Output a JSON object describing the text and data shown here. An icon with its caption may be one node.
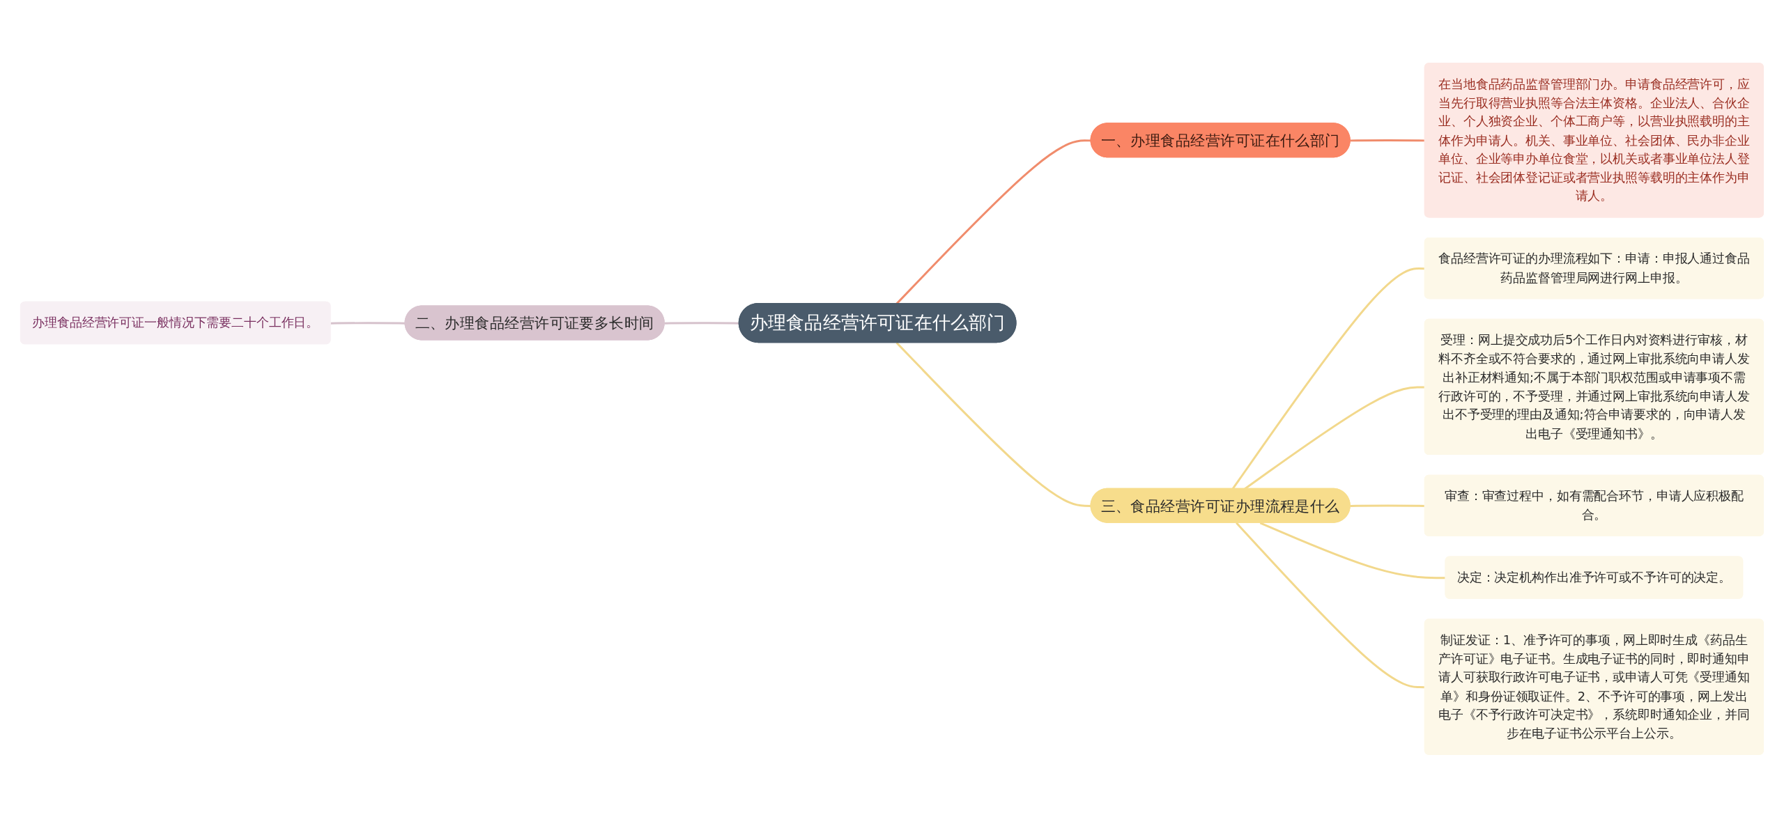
{
  "diagram": {
    "nodes": [
      {
        "text": [
          "办理食品经营许可证在什么部门"
        ]
      },
      {
        "text": [
          "一、办理食品经营许可证在什么部门"
        ]
      },
      {
        "text": [
          "在当地食品药品监督管理部门办。申请食品经营许可，应当先行取得营业执照等合法主体资格。企业法人、合伙企业、个人独资企业、个体工商户等，以营业执照载明的主体作为申请人。机关、事业单位、社会团体、民办非企业单位、企业等申办单位食堂，以机关或者事业单位法人登记证、社会团体登记证或者营业执照等载明的主体作为申请人。"
        ]
      },
      {
        "text": [
          "二、办理食品经营许可证要多长时间"
        ]
      },
      {
        "text": [
          "办理食品经营许可证一般情况下需要二十个工作日。"
        ]
      },
      {
        "text": [
          "三、食品经营许可证办理流程是什么"
        ]
      },
      {
        "text": [
          "食品经营许可证的办理流程如下：申请：申报人通过食品药品监督管理局网进行网上申报。"
        ]
      },
      {
        "text": [
          "受理：网上提交成功后5个工作日内对资料进行审核，材料不齐全或不符合要求的，通过网上审批系统向申请人发出补正材料通知;不属于本部门职权范围或申请事项不需行政许可的，不予受理，并通过网上审批系统向申请人发出不予受理的理由及通知;符合申请要求的，向申请人发出电子《受理通知书》。"
        ]
      },
      {
        "text": [
          "审查：审查过程中，如有需配合环节，申请人应积极配合。"
        ]
      },
      {
        "text": [
          "决定：决定机构作出准予许可或不予许可的决定。"
        ]
      },
      {
        "text": [
          "制证发证：1、准予许可的事项，网上即时生成《药品生产许可证》电子证书。生成电子证书的同时，即时通知申请人可获取行政许可电子证书，或申请人可凭《受理通知单》和身份证领取证件。2、不予许可的事项，网上发出电子《不予行政许可决定书》，系统即时通知企业，并同步在电子证书公示平台上公示。"
        ]
      }
    ],
    "edges": [
      {
        "from": 0,
        "to": 1,
        "arrow": "none",
        "color": "#f08c6c"
      },
      {
        "from": 1,
        "to": 2,
        "arrow": "none",
        "color": "#f08c6c"
      },
      {
        "from": 0,
        "to": 3,
        "arrow": "none",
        "color": "#d6c2cc"
      },
      {
        "from": 3,
        "to": 4,
        "arrow": "none",
        "color": "#d6c2cc"
      },
      {
        "from": 0,
        "to": 5,
        "arrow": "none"
      },
      {
        "from": 5,
        "to": 6,
        "arrow": "none"
      },
      {
        "from": 5,
        "to": 7,
        "arrow": "none"
      },
      {
        "from": 5,
        "to": 8,
        "arrow": "none"
      },
      {
        "from": 5,
        "to": 9,
        "arrow": "none"
      },
      {
        "from": 5,
        "to": 10,
        "arrow": "none"
      }
    ]
  }
}
